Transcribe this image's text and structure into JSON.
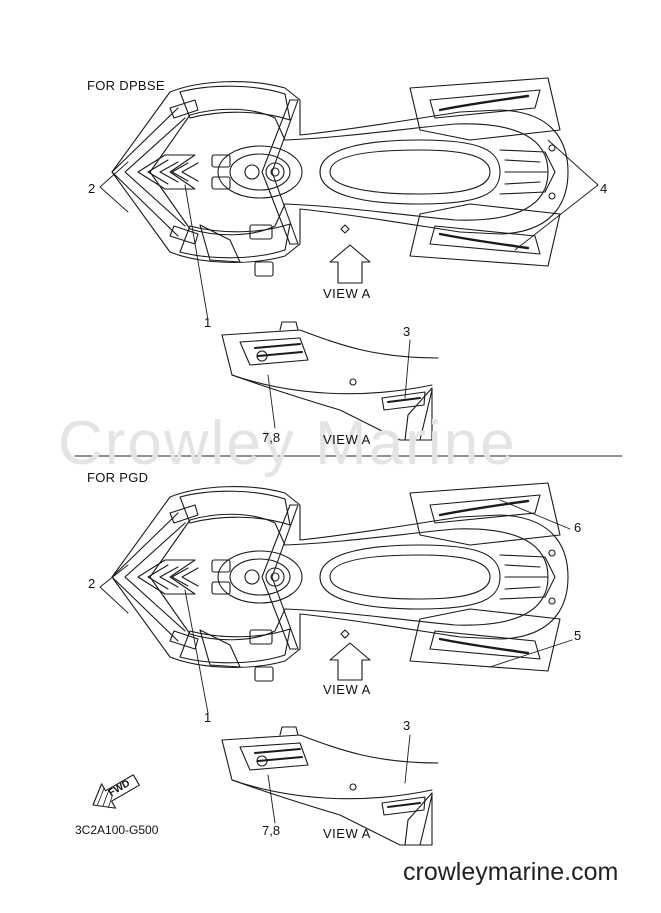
{
  "watermark": "Crowley Marine",
  "sections": [
    {
      "title": "FOR DPBSE",
      "view_label": "VIEW A",
      "side_view_label": "VIEW A",
      "callouts": [
        "2",
        "1",
        "4",
        "3",
        "7,8"
      ]
    },
    {
      "title": "FOR PGD",
      "view_label": "VIEW A",
      "side_view_label": "VIEW A",
      "callouts": [
        "2",
        "1",
        "6",
        "5",
        "3",
        "7,8"
      ]
    }
  ],
  "fwd_label": "FWD",
  "diagram_code": "3C2A100-G500",
  "site": "crowleymarine.com"
}
